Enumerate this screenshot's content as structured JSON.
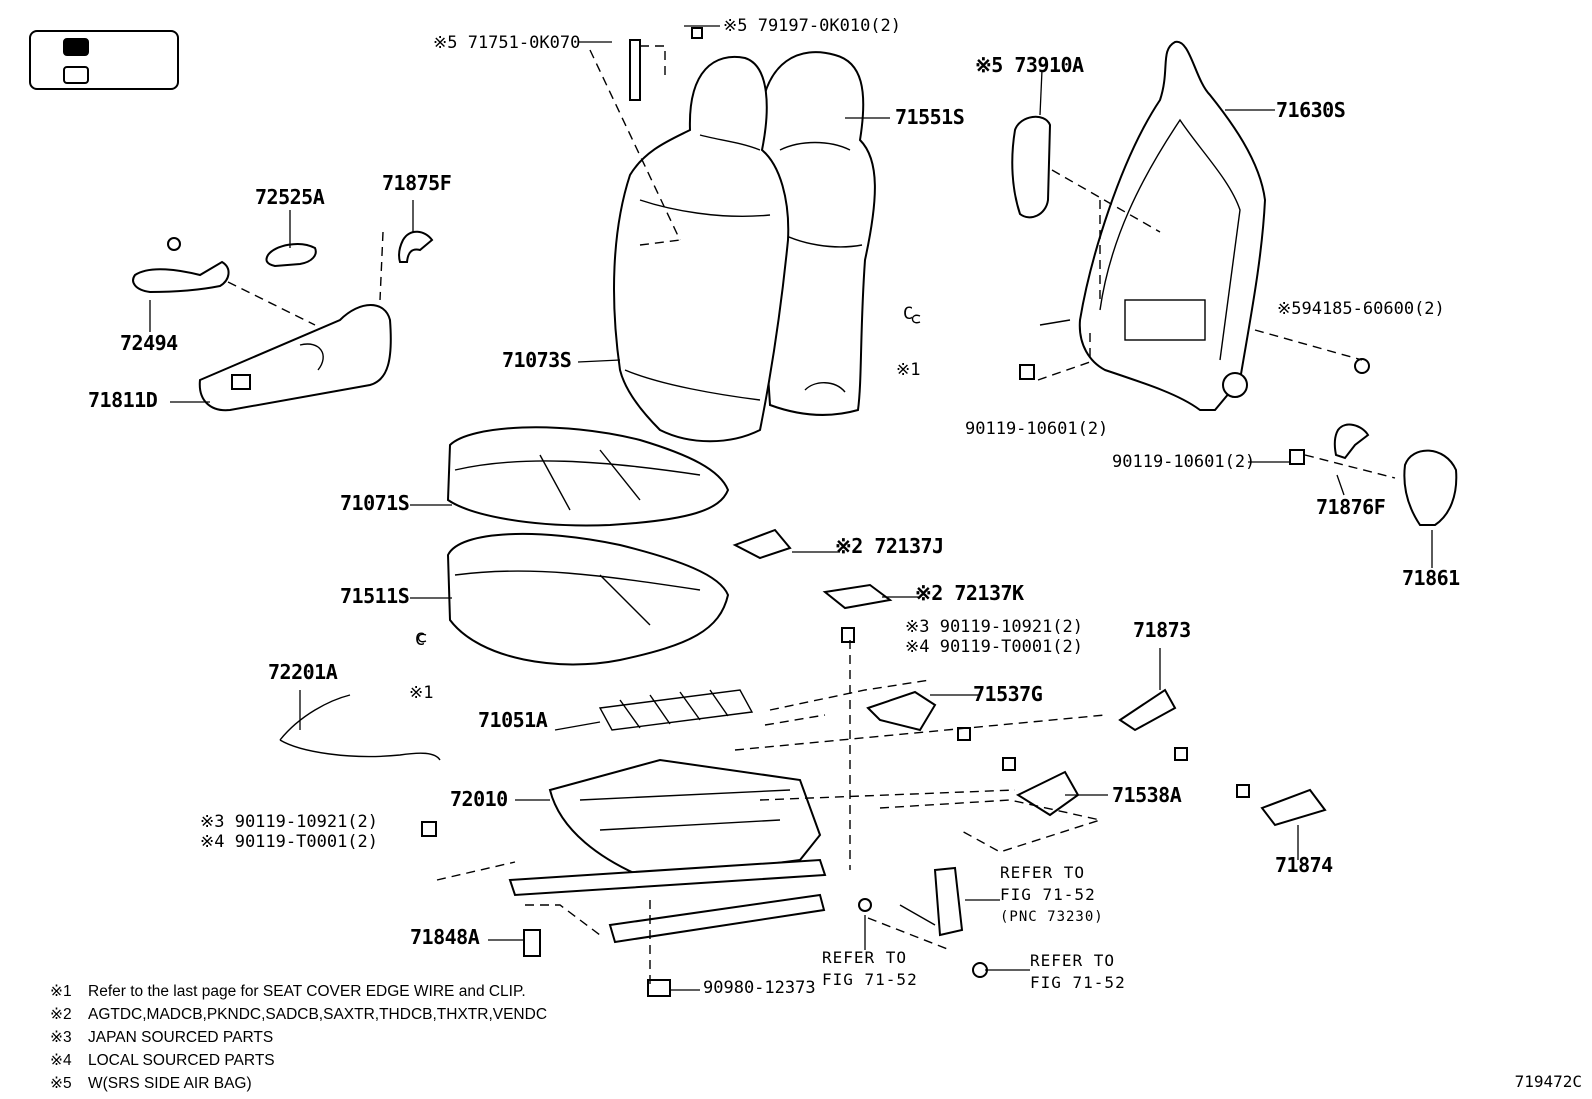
{
  "legend": {
    "items": [
      {
        "swatch": "filled"
      },
      {
        "swatch": "empty"
      }
    ]
  },
  "labels": {
    "p71751": "※5 71751-0K070",
    "p79197": "※5 79197-0K010(2)",
    "p71551S": "71551S",
    "p73910A": "※5 73910A",
    "p71630S": "71630S",
    "p72525A": "72525A",
    "p71875F": "71875F",
    "p72494": "72494",
    "p71811D": "71811D",
    "p71073S": "71073S",
    "c1_top": "C",
    "x1_top": "※1",
    "p594185": "※594185-60600(2)",
    "p90119_a": "90119-10601(2)",
    "p90119_b": "90119-10601(2)",
    "p71876F": "71876F",
    "p71861": "71861",
    "p71071S": "71071S",
    "p72137J": "※2 72137J",
    "p71511S": "71511S",
    "p72137K": "※2 72137K",
    "p90119_10921_r": "※3  90119-10921(2)",
    "p90119_T0001_r": "※4  90119-T0001(2)",
    "p71873": "71873",
    "p72201A": "72201A",
    "c1_low": "C",
    "x1_low": "※1",
    "p71537G": "71537G",
    "p71051A": "71051A",
    "p71538A": "71538A",
    "p72010": "72010",
    "p90119_10921_l": "※3  90119-10921(2)",
    "p90119_T0001_l": "※4  90119-T0001(2)",
    "p71874": "71874",
    "refer1_a": "REFER TO",
    "refer1_b": "FIG 71-52",
    "refer1_c": "(PNC 73230)",
    "p71848A": "71848A",
    "refer2_a": "REFER TO",
    "refer2_b": "FIG 71-52",
    "refer3_a": "REFER TO",
    "refer3_b": "FIG 71-52",
    "p90980": "90980-12373"
  },
  "notes": [
    {
      "mark": "※1",
      "text": "Refer to the last page for SEAT COVER EDGE WIRE and CLIP."
    },
    {
      "mark": "※2",
      "text": "AGTDC,MADCB,PKNDC,SADCB,SAXTR,THDCB,THXTR,VENDC"
    },
    {
      "mark": "※3",
      "text": "JAPAN SOURCED PARTS"
    },
    {
      "mark": "※4",
      "text": "LOCAL SOURCED PARTS"
    },
    {
      "mark": "※5",
      "text": "W(SRS SIDE AIR BAG)"
    }
  ],
  "figure_id": "719472C"
}
